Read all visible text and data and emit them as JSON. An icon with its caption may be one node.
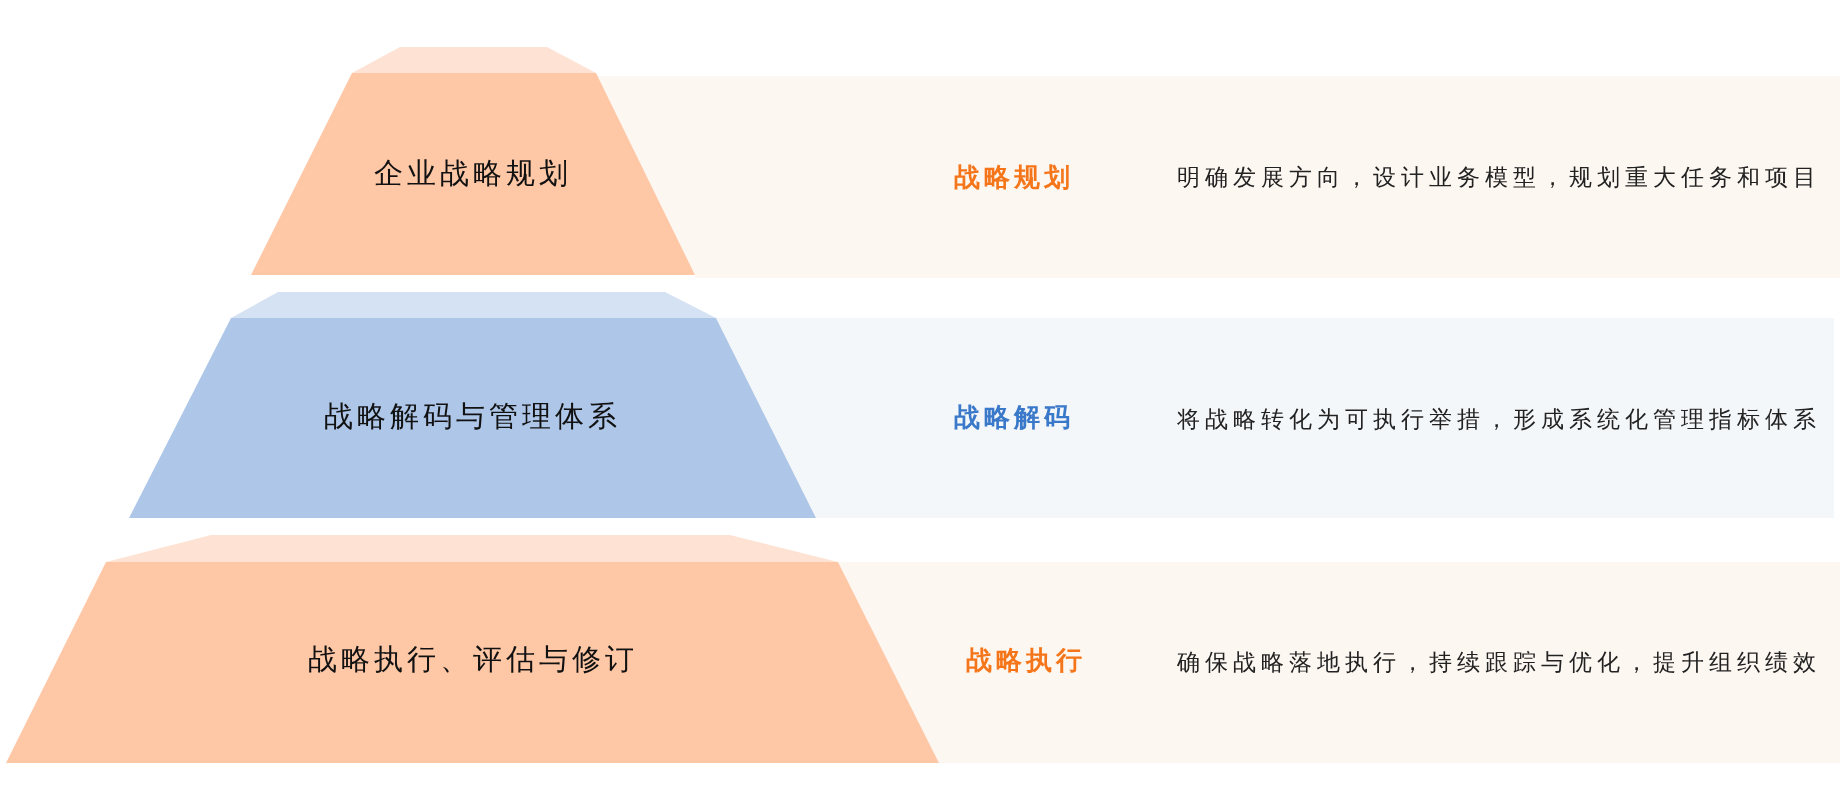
{
  "diagram": {
    "nodes": [
      {
        "text": [
          "企业战略规划"
        ]
      },
      {
        "text": [
          "战略规划",
          "明确发展方向，设计业务模型，规划重大任务和项目"
        ]
      },
      {
        "text": [
          "战略解码与管理体系"
        ]
      },
      {
        "text": [
          "战略解码",
          "将战略转化为可执行举措，形成系统化管理指标体系"
        ]
      },
      {
        "text": [
          "战略执行、评估与修订"
        ]
      },
      {
        "text": [
          "战略执行",
          "确保战略落地执行，持续跟踪与优化，提升组织绩效"
        ]
      }
    ]
  }
}
